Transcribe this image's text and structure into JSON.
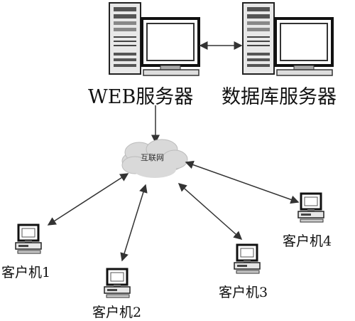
{
  "web_server": {
    "label": "WEB服务器"
  },
  "db_server": {
    "label": "数据库服务器"
  },
  "internet": {
    "label": "互联网"
  },
  "clients": [
    {
      "label": "客户机1"
    },
    {
      "label": "客户机2"
    },
    {
      "label": "客户机3"
    },
    {
      "label": "客户机4"
    }
  ],
  "colors": {
    "line": "#333333",
    "cloud": "#d8d8d8",
    "screen": "#ffffff",
    "body": "#e6e6e6"
  }
}
